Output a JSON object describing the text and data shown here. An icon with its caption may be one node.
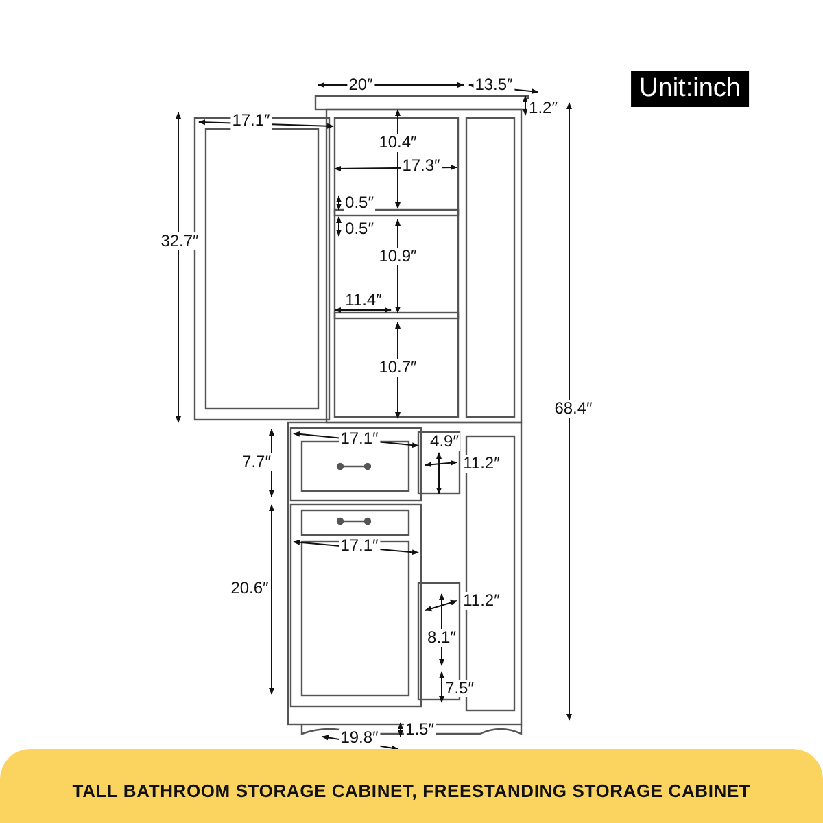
{
  "diagram": {
    "caption": "TALL BATHROOM STORAGE CABINET, FREESTANDING STORAGE CABINET",
    "labels": [
      "Unit:inch",
      "20″",
      "13.5″",
      "1.2″",
      "17.1″",
      "10.4″",
      "32.7″",
      "17.3″",
      "0.5″",
      "0.5″",
      "10.9″",
      "11.4″",
      "10.7″",
      "68.4″",
      "17.1″",
      "4.9″",
      "7.7″",
      "11.2″",
      "17.1″",
      "20.6″",
      "11.2″",
      "8.1″",
      "7.5″",
      "1.5″",
      "19.8″"
    ]
  }
}
